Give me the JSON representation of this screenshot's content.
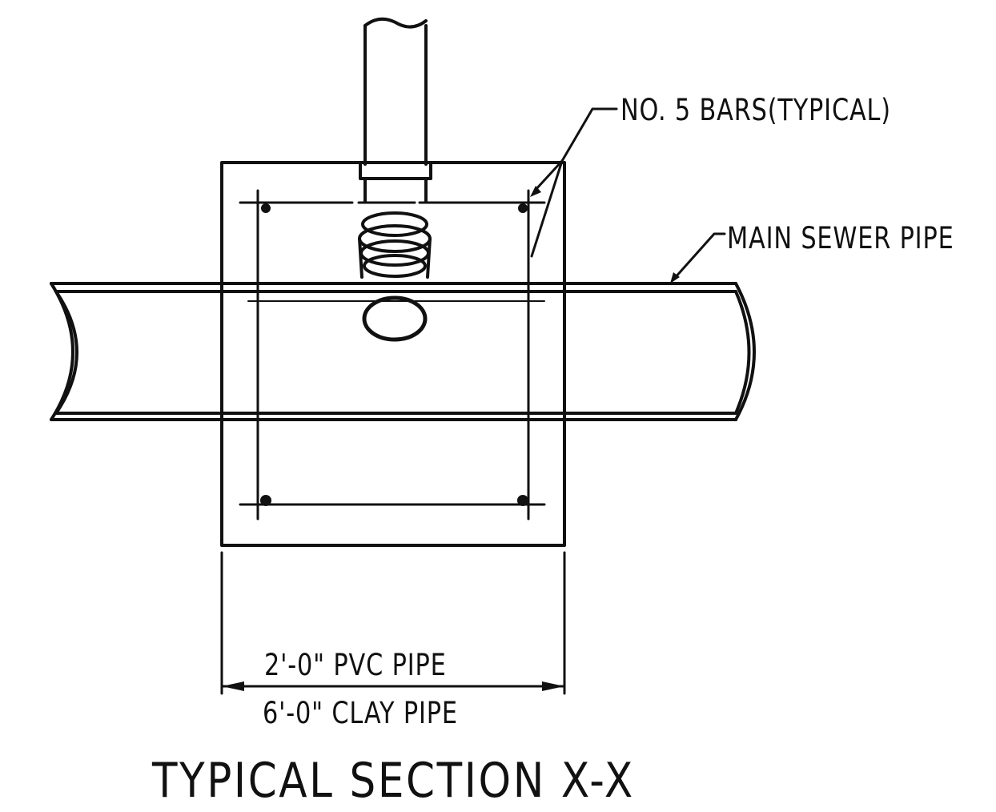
{
  "labels": {
    "bars_callout": "NO. 5 BARS(TYPICAL)",
    "main_pipe_callout": "MAIN SEWER PIPE",
    "dimension_pvc": "2'-0\" PVC PIPE",
    "dimension_clay": "6'-0\" CLAY PIPE",
    "section_title": "TYPICAL SECTION X-X"
  },
  "colors": {
    "ink": "#111111",
    "paper": "#ffffff"
  }
}
